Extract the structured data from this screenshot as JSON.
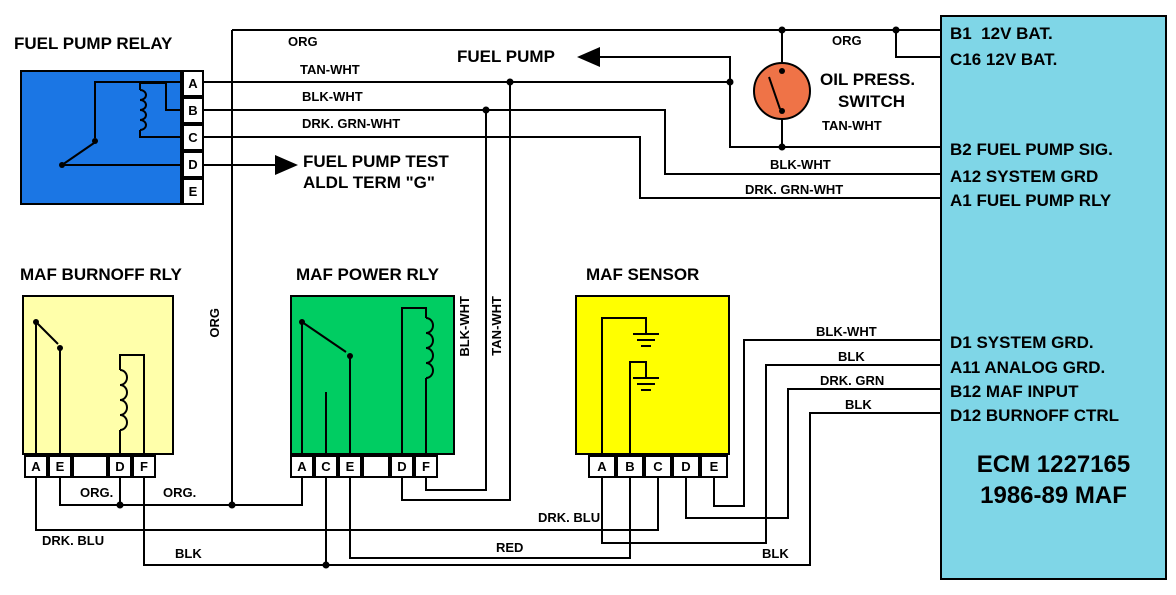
{
  "diagram": {
    "fuel_pump_relay": {
      "title": "FUEL PUMP RELAY",
      "terminals": [
        "A",
        "B",
        "C",
        "D",
        "E"
      ]
    },
    "maf_burnoff_rly": {
      "title": "MAF BURNOFF RLY",
      "terminals": [
        "A",
        "E",
        "",
        "D",
        "F"
      ]
    },
    "maf_power_rly": {
      "title": "MAF POWER RLY",
      "terminals": [
        "A",
        "C",
        "E",
        "",
        "D",
        "F"
      ]
    },
    "maf_sensor": {
      "title": "MAF SENSOR",
      "terminals": [
        "A",
        "B",
        "C",
        "D",
        "E"
      ]
    },
    "oil_press_switch": {
      "line1": "OIL PRESS.",
      "line2": "SWITCH"
    },
    "fuel_pump_label": "FUEL PUMP",
    "fuel_pump_test": {
      "line1": "FUEL PUMP TEST",
      "line2": "ALDL TERM \"G\""
    }
  },
  "ecm": {
    "pins": [
      {
        "label": "B1  12V BAT."
      },
      {
        "label": "C16 12V BAT."
      },
      {
        "label": "B2 FUEL PUMP SIG."
      },
      {
        "label": "A12 SYSTEM GRD"
      },
      {
        "label": "A1 FUEL PUMP RLY"
      },
      {
        "label": "D1 SYSTEM GRD."
      },
      {
        "label": "A11 ANALOG GRD."
      },
      {
        "label": "B12 MAF INPUT"
      },
      {
        "label": "D12 BURNOFF CTRL"
      }
    ],
    "title_line1": "ECM 1227165",
    "title_line2": "1986-89 MAF"
  },
  "wire_labels": {
    "org_top": "ORG",
    "org_right": "ORG",
    "tan_wht_pump": "TAN-WHT",
    "blk_wht_gnd": "BLK-WHT",
    "drk_grn_wht": "DRK. GRN-WHT",
    "tan_wht_b2": "TAN-WHT",
    "blk_wht_a12": "BLK-WHT",
    "drk_grn_wht_a1": "DRK. GRN-WHT",
    "org_vert": "ORG",
    "blk_wht_vert": "BLK-WHT",
    "tan_wht_vert": "TAN-WHT",
    "blk_wht_d1": "BLK-WHT",
    "blk_a11": "BLK",
    "drk_grn_b12": "DRK. GRN",
    "blk_d12": "BLK",
    "org_bot_1": "ORG.",
    "org_bot_2": "ORG.",
    "drk_blu_left": "DRK. BLU",
    "blk_bot_left": "BLK",
    "drk_blu_center": "DRK. BLU",
    "red_center": "RED",
    "blk_bot_right": "BLK"
  },
  "colors": {
    "relay_blue": "#1b76e4",
    "burnoff_yellow": "#ffffaa",
    "power_green": "#00cd62",
    "sensor_yellow": "#ffff00",
    "ecm_cyan": "#7fd6e7",
    "oil_switch_orange": "#ef7347",
    "wire": "#000000"
  }
}
